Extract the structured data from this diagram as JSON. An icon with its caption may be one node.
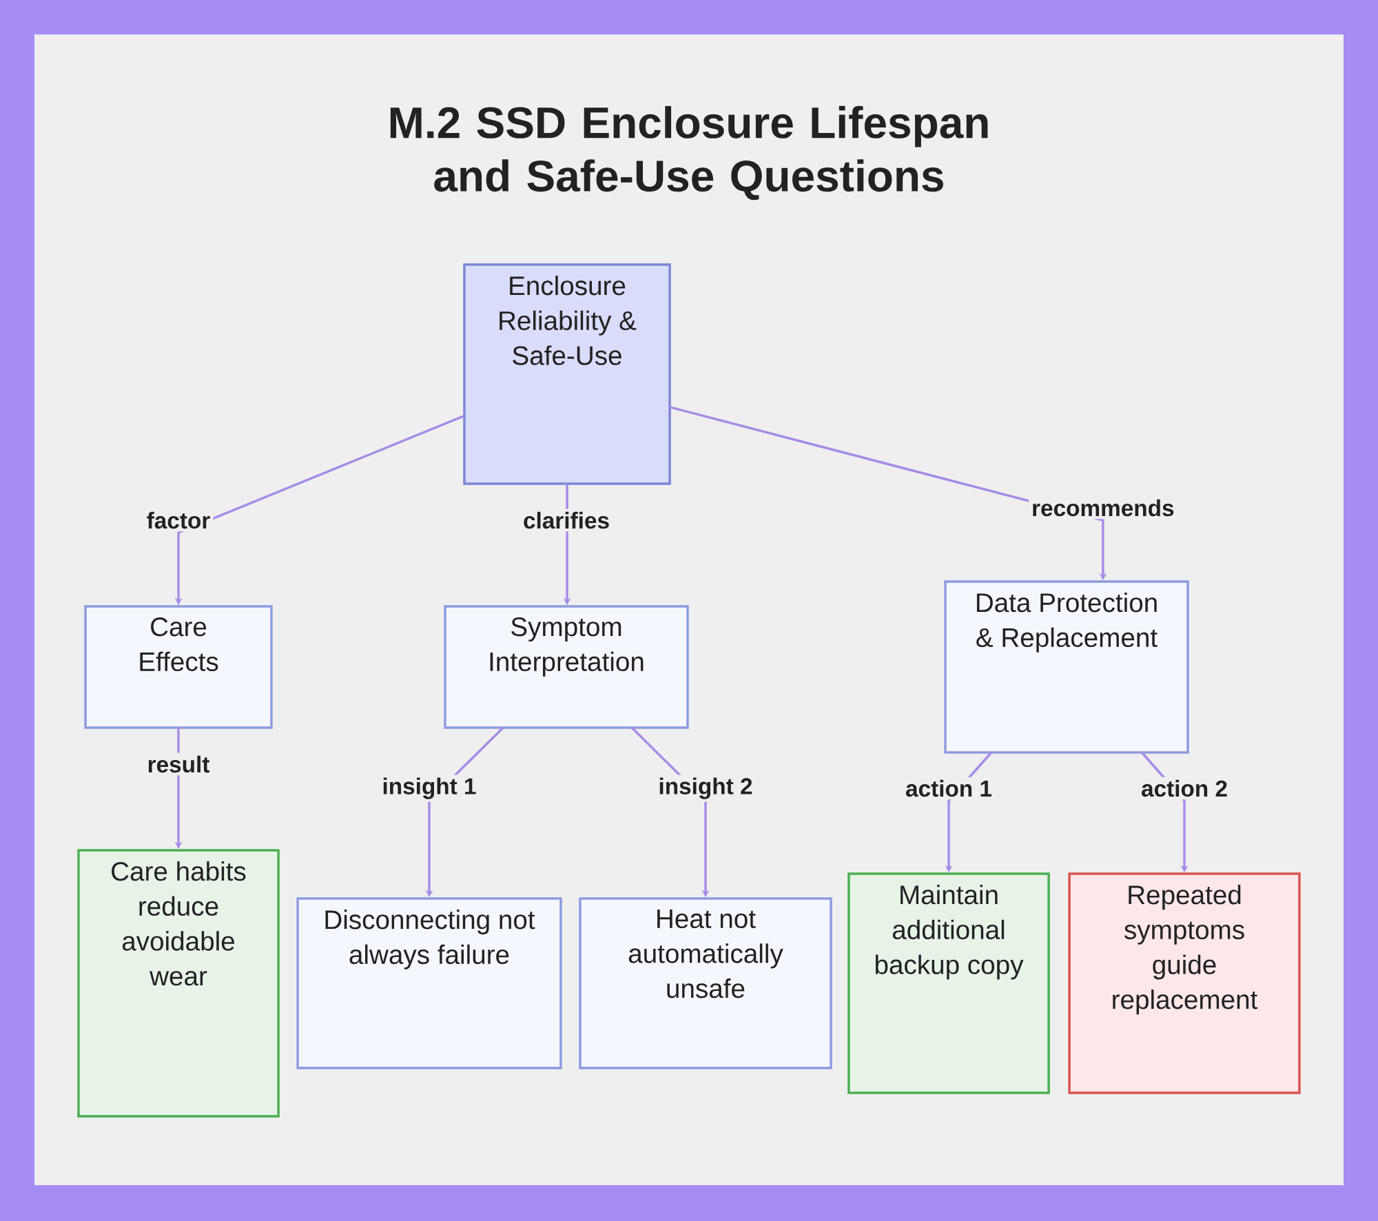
{
  "diagram": {
    "title": "M.2 SSD Enclosure Lifespan and Safe-Use Questions",
    "nodes": [
      {
        "text": [
          "Enclosure Reliability & Safe-Use"
        ]
      },
      {
        "text": [
          "Care Effects"
        ]
      },
      {
        "text": [
          "Symptom Interpretation"
        ]
      },
      {
        "text": [
          "Data Protection & Replacement"
        ]
      },
      {
        "text": [
          "Care habits reduce avoidable wear"
        ]
      },
      {
        "text": [
          "Disconnecting not always failure"
        ]
      },
      {
        "text": [
          "Heat not automatically unsafe"
        ]
      },
      {
        "text": [
          "Maintain additional backup copy"
        ]
      },
      {
        "text": [
          "Repeated symptoms guide replacement"
        ]
      }
    ],
    "edges": [
      {
        "from": 0,
        "to": 1,
        "arrow": "to",
        "label": "factor"
      },
      {
        "from": 0,
        "to": 2,
        "arrow": "to",
        "label": "clarifies"
      },
      {
        "from": 0,
        "to": 3,
        "arrow": "to",
        "label": "recommends"
      },
      {
        "from": 1,
        "to": 4,
        "arrow": "to",
        "label": "result"
      },
      {
        "from": 2,
        "to": 5,
        "arrow": "to",
        "label": "insight 1"
      },
      {
        "from": 2,
        "to": 6,
        "arrow": "to",
        "label": "insight 2"
      },
      {
        "from": 3,
        "to": 7,
        "arrow": "to",
        "label": "action 1"
      },
      {
        "from": 3,
        "to": 8,
        "arrow": "to",
        "label": "action 2"
      }
    ]
  }
}
